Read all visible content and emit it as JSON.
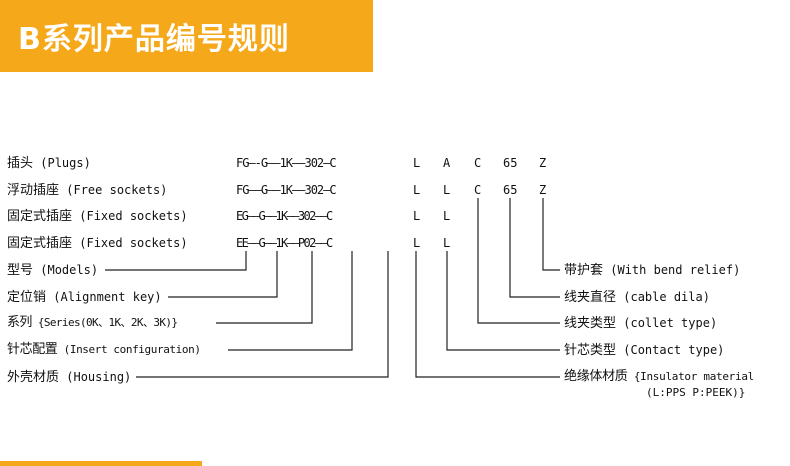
{
  "header": {
    "title": "B系列产品编号规则"
  },
  "rows": [
    {
      "label_cn": "插头",
      "label_en": "(Plugs)",
      "code": "FG—-G——1K——302—C",
      "parts": [
        "L",
        "A",
        "C",
        "65",
        "Z"
      ]
    },
    {
      "label_cn": "浮动插座",
      "label_en": "(Free sockets)",
      "code": "FG——G——1K——302—C",
      "parts": [
        "L",
        "L",
        "C",
        "65",
        "Z"
      ]
    },
    {
      "label_cn": "固定式插座",
      "label_en": "(Fixed sockets)",
      "code": "EG——G——1K——302——C",
      "parts": [
        "L",
        "L"
      ]
    },
    {
      "label_cn": "固定式插座",
      "label_en": "(Fixed sockets)",
      "code": "EE——G——1K——P02——C",
      "parts": [
        "L",
        "L"
      ]
    }
  ],
  "left_legend": [
    {
      "cn": "型号",
      "en": "(Models)"
    },
    {
      "cn": "定位销",
      "en": "(Alignment key)"
    },
    {
      "cn": "系列",
      "en": "{Series(0K、1K、2K、3K)}"
    },
    {
      "cn": "针芯配置",
      "en": "(Insert configuration)"
    },
    {
      "cn": "外壳材质",
      "en": "(Housing)"
    }
  ],
  "right_legend": [
    {
      "cn": "带护套",
      "en": "(With bend relief)"
    },
    {
      "cn": "线夹直径",
      "en": "(cable dila)"
    },
    {
      "cn": "线夹类型",
      "en": "(collet type)"
    },
    {
      "cn": "针芯类型",
      "en": "(Contact type)"
    },
    {
      "cn": "绝缘体材质",
      "en": "{Insulator material",
      "en2": "(L:PPS P:PEEK)}"
    }
  ]
}
